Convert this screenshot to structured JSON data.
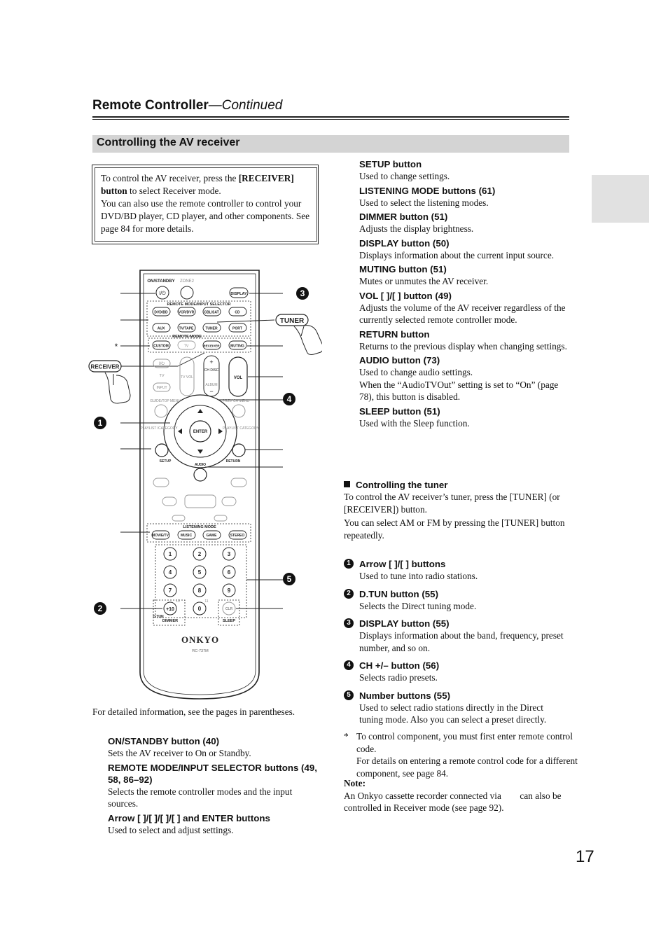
{
  "header": {
    "title": "Remote Controller",
    "title_suffix": "—Continued"
  },
  "section_title": "Controlling the AV receiver",
  "intro": {
    "line1_pre": "To control the AV receiver, press the ",
    "line1_bold": "[RECEIVER] button",
    "line1_post": " to select Receiver mode.",
    "line2": "You can also use the remote controller to control your DVD/BD player, CD player, and other components. See page 84 for more details."
  },
  "remote": {
    "labels": {
      "on_standby": "ON/STANDBY",
      "zone2": "ZONE2",
      "display": "DISPLAY",
      "selector_title": "REMOTE MODE/INPUT SELECTOR",
      "row1": [
        "DVD/BD",
        "VCR/DVR",
        "CBL/SAT",
        "CD"
      ],
      "row2": [
        "AUX",
        "TV/TAPE",
        "TUNER",
        "PORT"
      ],
      "remote_mode": "REMOTE MODE",
      "row3": [
        "CUSTOM",
        "TV",
        "RECEIVER",
        "MUTING"
      ],
      "tv": "TV",
      "tv_vol": "TV VOL",
      "input": "INPUT",
      "ch_disc": "CH DISC",
      "album": "ALBUM",
      "vol": "VOL",
      "guide": "GUIDE/TOP MENU",
      "prev_ch": "PREV CH MENU",
      "playlist_left": "PLAYLIST /CATEGORY",
      "playlist_right": "PLAYLIST CATEGORY",
      "enter": "ENTER",
      "setup": "SETUP",
      "return": "RETURN",
      "audio": "AUDIO",
      "listening_mode": "LISTENING MODE",
      "lm_row": [
        "MOVIE/TV",
        "MUSIC",
        "GAME",
        "STEREO"
      ],
      "digits": [
        "1",
        "2",
        "3",
        "4",
        "5",
        "6",
        "7",
        "8",
        "9",
        "+10",
        "0",
        "CLR"
      ],
      "d_tun": "D.TUN",
      "dimmer": "DIMMER",
      "sleep": "SLEEP",
      "ten": "10",
      "eleven": "11",
      "brand": "ONKYO",
      "model": "RC-737M",
      "tuner_callout": "TUNER",
      "receiver_callout": "RECEIVER"
    },
    "callouts": [
      "1",
      "2",
      "3",
      "4",
      "5"
    ],
    "asterisk": "*"
  },
  "detail_note": "For detailed information, see the pages in parentheses.",
  "left_entries": [
    {
      "title": "ON/STANDBY button (40)",
      "desc": "Sets the AV receiver to On or Standby."
    },
    {
      "title": "REMOTE MODE/INPUT SELECTOR buttons (49, 58, 86–92)",
      "desc": "Selects the remote controller modes and the input sources."
    },
    {
      "title": "Arrow [   ]/[   ]/[   ]/[   ] and ENTER buttons",
      "desc": "Used to select and adjust settings."
    }
  ],
  "right_entries": [
    {
      "title": "SETUP button",
      "desc": "Used to change settings."
    },
    {
      "title": "LISTENING MODE buttons (61)",
      "desc": "Used to select the listening modes."
    },
    {
      "title": "DIMMER button (51)",
      "desc": "Adjusts the display brightness."
    },
    {
      "title": "DISPLAY button (50)",
      "desc": "Displays information about the current input source."
    },
    {
      "title": "MUTING button (51)",
      "desc": "Mutes or unmutes the AV receiver."
    },
    {
      "title": "VOL [   ]/[   ] button (49)",
      "desc": "Adjusts the volume of the AV receiver regardless of the currently selected remote controller mode."
    },
    {
      "title": "RETURN button",
      "desc": "Returns to the previous display when changing settings."
    },
    {
      "title": "AUDIO button (73)",
      "desc": "Used to change audio settings.",
      "desc2": "When the “AudioTVOut” setting is set to “On” (page 78), this button is disabled."
    },
    {
      "title": "SLEEP button (51)",
      "desc": "Used with the Sleep function."
    }
  ],
  "tuner": {
    "title": "Controlling the tuner",
    "p1": "To control the AV receiver’s tuner, press the [TUNER] (or [RECEIVER]) button.",
    "p2": "You can select AM or FM by pressing the [TUNER] button repeatedly."
  },
  "tuner_items": [
    {
      "num": "1",
      "title": "Arrow [   ]/[   ] buttons",
      "desc": "Used to tune into radio stations."
    },
    {
      "num": "2",
      "title": "D.TUN button (55)",
      "desc": "Selects the Direct tuning mode."
    },
    {
      "num": "3",
      "title": "DISPLAY button (55)",
      "desc": "Displays information about the band, frequency, preset number, and so on."
    },
    {
      "num": "4",
      "title": "CH +/– button (56)",
      "desc": "Selects radio presets."
    },
    {
      "num": "5",
      "title": "Number buttons (55)",
      "desc": "Used to select radio stations directly in the Direct tuning mode. Also you can select a preset directly."
    }
  ],
  "footnote": {
    "mark": "*",
    "line1": "To control component, you must first enter remote control code.",
    "line2": "For details on entering a remote control code for a different component, see page 84."
  },
  "note": {
    "label": "Note:",
    "text": "An Onkyo cassette recorder connected via        can also be controlled in Receiver mode (see page 92)."
  },
  "page_number": "17"
}
